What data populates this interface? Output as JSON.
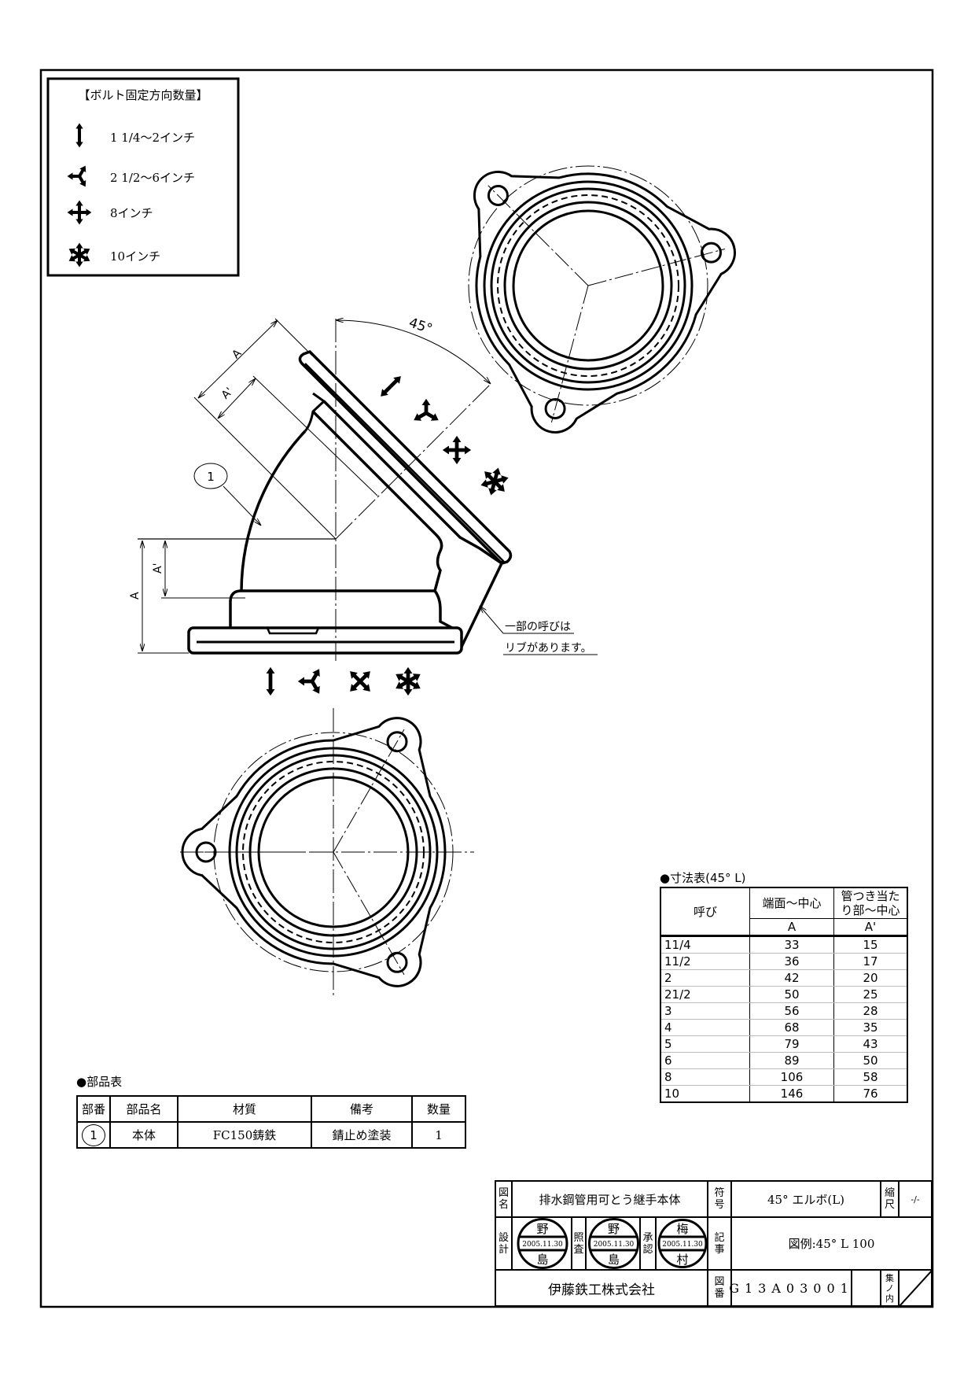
{
  "legend": {
    "title": "【ボルト固定方向数量】",
    "items": [
      {
        "icon": "double-arrow-icon",
        "label": "1 1/4〜2インチ"
      },
      {
        "icon": "three-way-arrow-icon",
        "label": "2 1/2〜6インチ"
      },
      {
        "icon": "four-way-arrow-icon",
        "label": "8インチ"
      },
      {
        "icon": "six-way-arrow-icon",
        "label": "10インチ"
      }
    ]
  },
  "elbow": {
    "angle_label": "45°",
    "dim_a": "A",
    "dim_a_prime": "A'",
    "balloon": "1",
    "note_line1": "一部の呼びは",
    "note_line2": "リブがあります。"
  },
  "dim_table": {
    "title": "●寸法表(45° L)",
    "headers": {
      "nominal": "呼び",
      "a_title": "端面〜中心",
      "a_prime_title": "管つき当たり部〜中心",
      "a": "A",
      "a_prime": "A'"
    },
    "rows": [
      {
        "nominal": "11/4",
        "a": "33",
        "a_prime": "15"
      },
      {
        "nominal": "11/2",
        "a": "36",
        "a_prime": "17"
      },
      {
        "nominal": "2",
        "a": "42",
        "a_prime": "20"
      },
      {
        "nominal": "21/2",
        "a": "50",
        "a_prime": "25"
      },
      {
        "nominal": "3",
        "a": "56",
        "a_prime": "28"
      },
      {
        "nominal": "4",
        "a": "68",
        "a_prime": "35"
      },
      {
        "nominal": "5",
        "a": "79",
        "a_prime": "43"
      },
      {
        "nominal": "6",
        "a": "89",
        "a_prime": "50"
      },
      {
        "nominal": "8",
        "a": "106",
        "a_prime": "58"
      },
      {
        "nominal": "10",
        "a": "146",
        "a_prime": "76"
      }
    ]
  },
  "parts_table": {
    "title": "●部品表",
    "headers": [
      "部番",
      "部品名",
      "材質",
      "備考",
      "数量"
    ],
    "rows": [
      {
        "no": "1",
        "name": "本体",
        "material": "FC150鋳鉄",
        "remarks": "錆止め塗装",
        "qty": "1"
      }
    ]
  },
  "title_block": {
    "drawing_name_label": "図名",
    "drawing_name": "排水鋼管用可とう継手本体",
    "symbol_label": "符号",
    "symbol": "45° エルボ(L)",
    "scale_label": "縮尺",
    "scale": "-/-",
    "design_label": "設計",
    "check_label": "照査",
    "approve_label": "承認",
    "remarks_label": "記事",
    "remarks": "図例:45° L 100",
    "stamps": [
      {
        "top": "野",
        "date": "2005.11.30",
        "bottom": "島"
      },
      {
        "top": "野",
        "date": "2005.11.30",
        "bottom": "島"
      },
      {
        "top": "梅",
        "date": "2005.11.30",
        "bottom": "村"
      }
    ],
    "company": "伊藤鉄工株式会社",
    "drawing_no_label": "図番",
    "drawing_no": "G13A03001",
    "sheet_label": "集ノ内"
  }
}
